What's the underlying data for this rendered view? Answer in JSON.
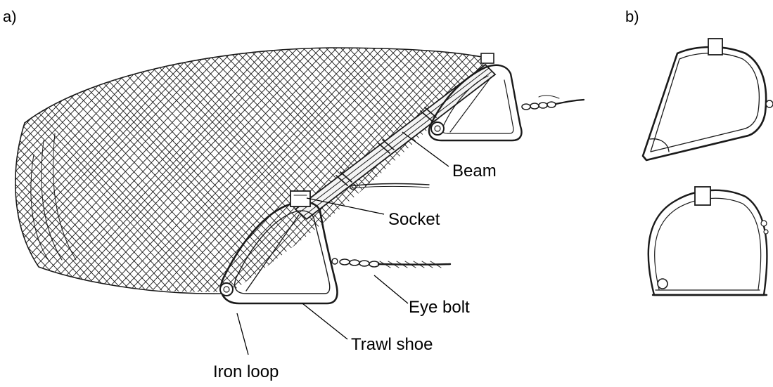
{
  "panels": {
    "a": "a)",
    "b": "b)"
  },
  "labels": {
    "beam": "Beam",
    "socket": "Socket",
    "eye_bolt": "Eye bolt",
    "trawl_shoe": "Trawl shoe",
    "iron_loop": "Iron loop"
  },
  "colors": {
    "ink": "#1a1a1a",
    "background": "#ffffff"
  }
}
